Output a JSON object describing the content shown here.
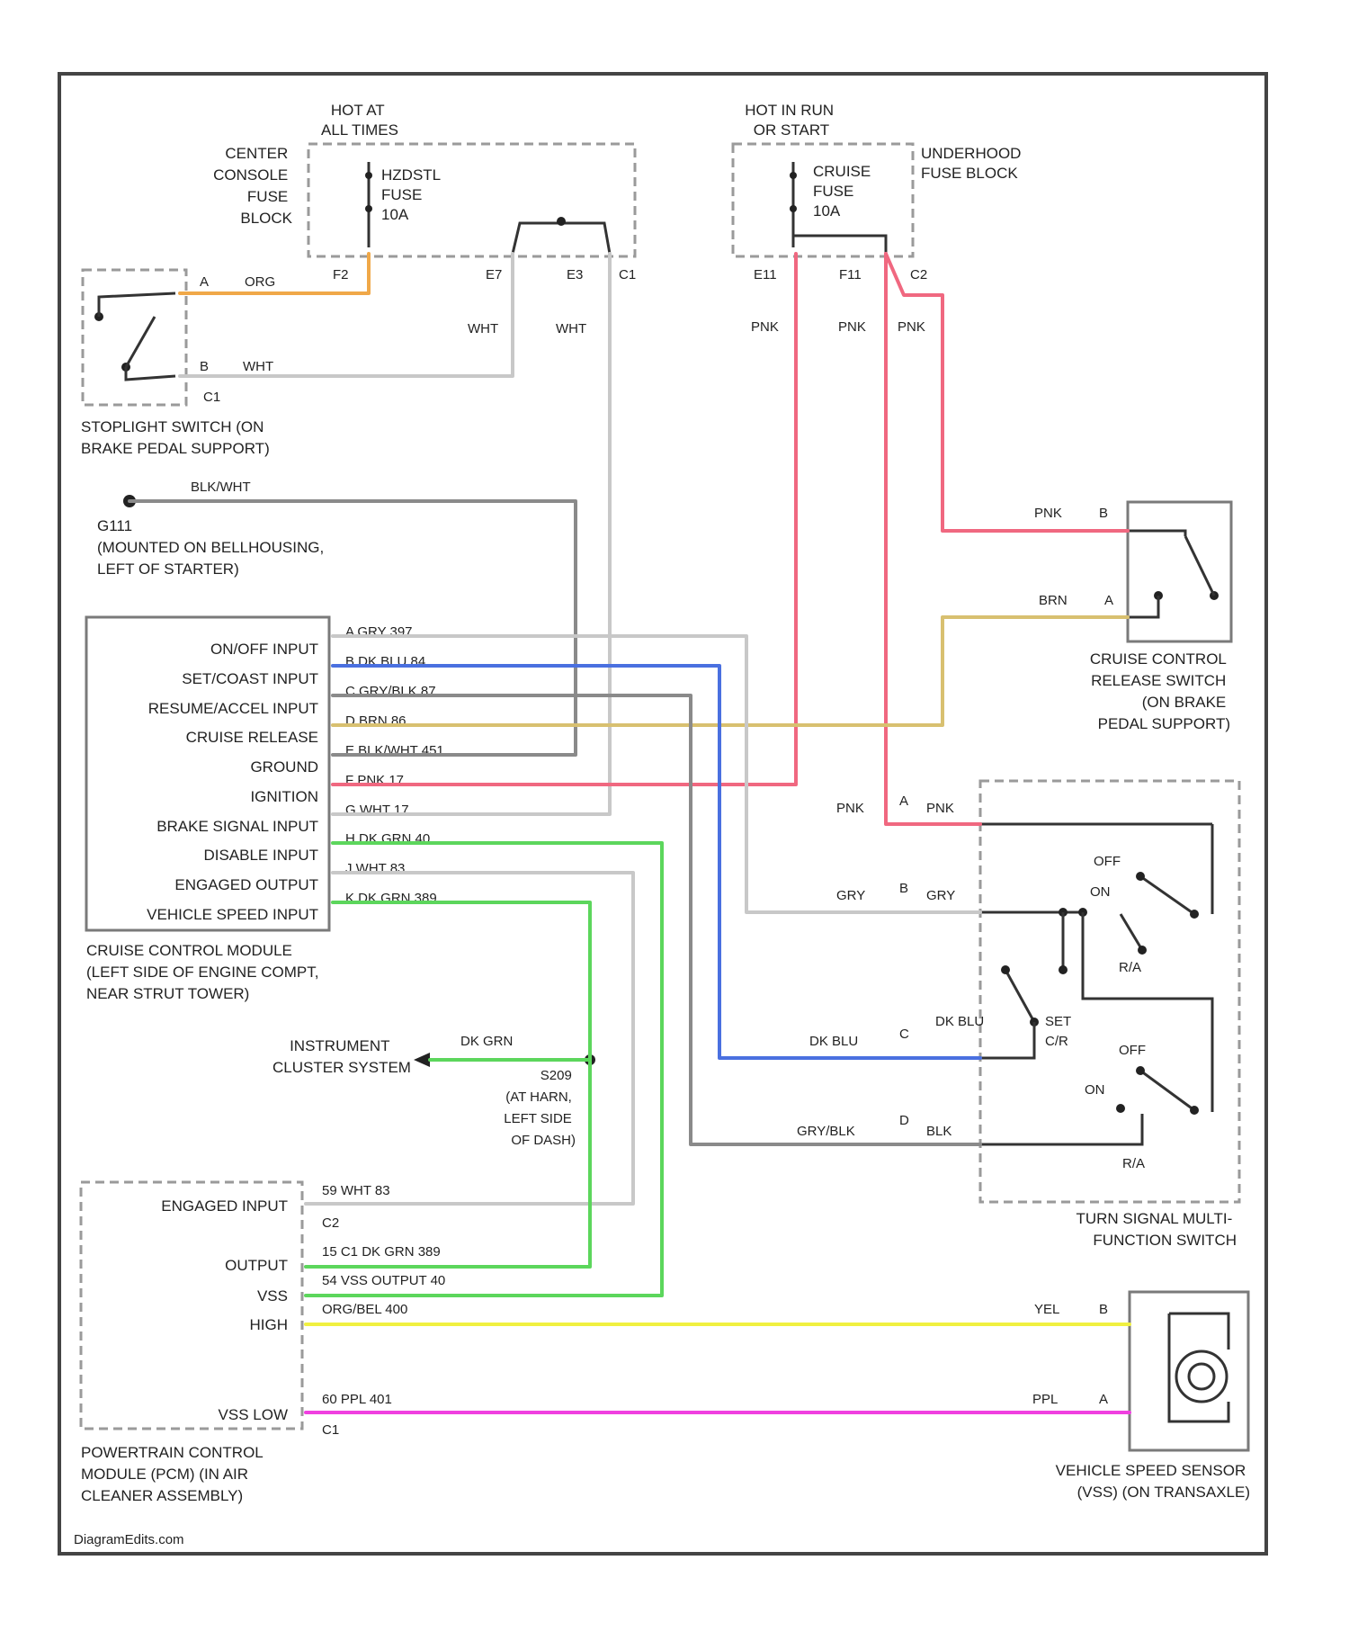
{
  "footer": "DiagramEdits.com",
  "colors": {
    "orange": "#f0a848",
    "pink": "#f06880",
    "blue": "#4a70e0",
    "green": "#5cd65c",
    "tan": "#d8c070",
    "yellow": "#f0f040",
    "magenta": "#f040e0",
    "white_wire": "#c8c8c8",
    "gray_wire": "#8a8a8a"
  },
  "top": {
    "hot_at_all_times": [
      "HOT AT",
      "ALL TIMES"
    ],
    "hot_in_run": [
      "HOT IN RUN",
      "OR START"
    ],
    "center_console_fuse_block": [
      "CENTER",
      "CONSOLE",
      "FUSE",
      "BLOCK"
    ],
    "hzdstl_fuse": [
      "HZDSTL",
      "FUSE",
      "10A"
    ],
    "cruise_fuse": [
      "CRUISE",
      "FUSE",
      "10A"
    ],
    "underhood_fuse_block": [
      "UNDERHOOD",
      "FUSE BLOCK"
    ],
    "connectors": [
      "F2",
      "E7",
      "E3",
      "C1",
      "E11",
      "F11",
      "C2"
    ]
  },
  "stoplight": {
    "label": [
      "STOPLIGHT SWITCH (ON",
      "BRAKE PEDAL SUPPORT)"
    ],
    "pin_a": "A",
    "wire_a": "ORG",
    "pin_b": "B",
    "wire_b": "WHT",
    "conn": "C1",
    "wht1": "WHT",
    "wht2": "WHT"
  },
  "ground": {
    "wire": "BLK/WHT",
    "label": [
      "G111",
      "(MOUNTED ON BELLHOUSING,",
      "LEFT OF STARTER)"
    ]
  },
  "pink_labels": [
    "PNK",
    "PNK",
    "PNK"
  ],
  "ccm": {
    "inputs": [
      "ON/OFF INPUT",
      "SET/COAST INPUT",
      "RESUME/ACCEL INPUT",
      "CRUISE RELEASE",
      "GROUND",
      "IGNITION",
      "BRAKE SIGNAL INPUT",
      "DISABLE INPUT",
      "ENGAGED OUTPUT",
      "VEHICLE SPEED INPUT"
    ],
    "pins": [
      "A  GRY  397",
      "B  DK BLU    84",
      "C  GRY/BLK     87",
      "D  BRN    86",
      "E  BLK/WHT        451",
      "F  PNK  17",
      "G  WHT  17",
      "H  DK GRN    40",
      "J  WHT  83",
      "K  DK GRN      389"
    ],
    "label": [
      "CRUISE CONTROL MODULE",
      "(LEFT SIDE OF ENGINE COMPT,",
      "NEAR STRUT TOWER)"
    ]
  },
  "release": {
    "pin_b": "B",
    "wire_b": "PNK",
    "pin_a": "A",
    "wire_a": "BRN",
    "label": [
      "CRUISE CONTROL",
      "RELEASE SWITCH",
      "(ON BRAKE",
      "PEDAL SUPPORT)"
    ]
  },
  "turn": {
    "pin_a": "A",
    "pin_b": "B",
    "pin_c": "C",
    "pin_d": "D",
    "left": [
      "PNK",
      "GRY",
      "DK BLU",
      "GRY/BLK"
    ],
    "right": [
      "PNK",
      "GRY",
      "DK BLU",
      "BLK"
    ],
    "sw": [
      "OFF",
      "ON",
      "R/A",
      "SET",
      "C/R",
      "OFF",
      "ON",
      "R/A"
    ],
    "label": [
      "TURN SIGNAL MULTI-",
      "FUNCTION SWITCH"
    ]
  },
  "cluster": {
    "label": [
      "INSTRUMENT",
      "CLUSTER SYSTEM"
    ],
    "wire": "DK GRN",
    "splice": [
      "S209",
      "(AT HARN,",
      "LEFT SIDE",
      "OF DASH)"
    ]
  },
  "pcm": {
    "inputs": [
      "ENGAGED INPUT",
      "OUTPUT",
      "VSS",
      "HIGH",
      "VSS LOW"
    ],
    "pins": [
      "59   WHT   83",
      "C2",
      "15 C1  DK GRN      389",
      "54 VSS OUTPUT    40",
      "ORG/BEL    400",
      "60    PPL    401",
      "C1"
    ],
    "label": [
      "POWERTRAIN CONTROL",
      "MODULE (PCM) (IN AIR",
      "CLEANER ASSEMBLY)"
    ]
  },
  "vss": {
    "pin_b": "B",
    "wire_b": "YEL",
    "pin_a": "A",
    "wire_a": "PPL",
    "label": [
      "VEHICLE SPEED SENSOR",
      "(VSS) (ON TRANSAXLE)"
    ]
  }
}
